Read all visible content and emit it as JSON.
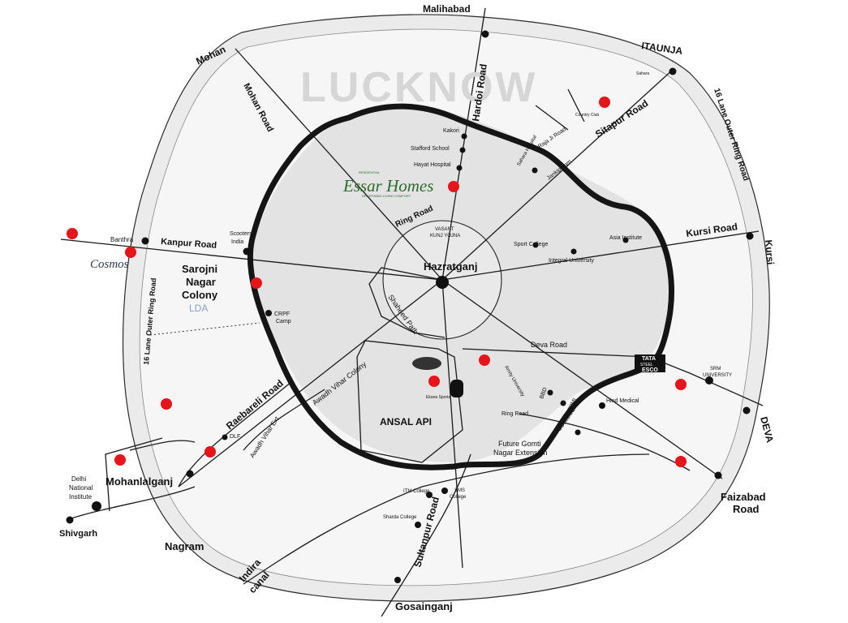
{
  "map": {
    "watermark": "LUCKNOW",
    "center": "Hazratganj",
    "colors": {
      "outer_zone": "#ececec",
      "inner_zone": "#e4e4e4",
      "ring_road": "#151515",
      "project_dot": "#e8141b",
      "brand": "#2e6b2e"
    },
    "roads": {
      "hardoi": "Hardoi Road",
      "sitapur": "Sitapur Road",
      "kursi": "Kursi Road",
      "raebareli": "Raebareli Road",
      "sultanpur": "Sultanpur Road",
      "mohan": "Mohan Road",
      "kanpur": "Kanpur Road",
      "deva": "Deva Road",
      "ring": "Ring Road",
      "shaheed": "Shaheed Path",
      "awadh_vihar": "Awadh Vihar Colony",
      "awadh_vihar_ext": "Awadh Vihar Ext",
      "outer_ring_e": "16 Lane Outer Ring Road",
      "outer_ring_w": "16 Lane Outer Ring Road",
      "raja_ji": "Raja Ji Road",
      "faizabad": "Faizabad",
      "faizabad_2": "Road",
      "ring_road_inner": "Ring Road",
      "indira": "Indira",
      "canal": "canal"
    },
    "places": {
      "malihabad": "Malihabad",
      "itaunja": "ITAUNJA",
      "mohan": "Mohan",
      "kursi": "Kursi",
      "deva": "DEVA",
      "gosainganj": "Gosainganj",
      "nagram": "Nagram",
      "mohanlalganj": "Mohanlalganj",
      "shivgarh": "Shivgarh",
      "delhi_1": "Delhi",
      "delhi_2": "National",
      "delhi_3": "Institute",
      "bonthra": "Banthra",
      "scooters_1": "Scooters",
      "scooters_2": "India",
      "sarojni_1": "Sarojni",
      "sarojni_2": "Nagar",
      "sarojni_3": "Colony",
      "lda": "LDA",
      "crpf_1": "CRPF",
      "crpf_2": "Camp",
      "ansal": "ANSAL API",
      "future_1": "Future Gomti",
      "future_2": "Nagar Extension",
      "kakori": "Kakori",
      "stafford": "Stafford School",
      "hayat": "Hayat Hospital",
      "vasant_1": "VASANT",
      "vasant_2": "KUNJ YOJNA",
      "sports": "Sport College",
      "integral": "Integral University",
      "asia": "Asia Institute",
      "sahara": "Sahara",
      "janki": "Jankipuram",
      "tata_1": "TATA",
      "tata_2": "STEEL",
      "tata_3": "ESCO",
      "srm_1": "SRM",
      "srm_2": "UNIVERSITY",
      "hind": "Hind Medical",
      "bbd": "BBD",
      "ermi_1": "ERMI",
      "ermi_2": "COLLEGE",
      "amity": "Amity University",
      "itm": "ITM College",
      "sms_1": "SMS",
      "sms_2": "College",
      "sharda": "Sharda College",
      "dlf": "DLF",
      "ekana": "Ekana Sports",
      "ring_road_dot_1": "Ring Road",
      "country_club": "Country Club",
      "sahara_hosp": "Sahara Hospital"
    },
    "brands": {
      "essar_top": "RESIDENTIAL",
      "essar": "Essar Homes",
      "essar_tag": "REDEFINING LIVING COMFORT",
      "cosmos": "Cosmos"
    }
  }
}
